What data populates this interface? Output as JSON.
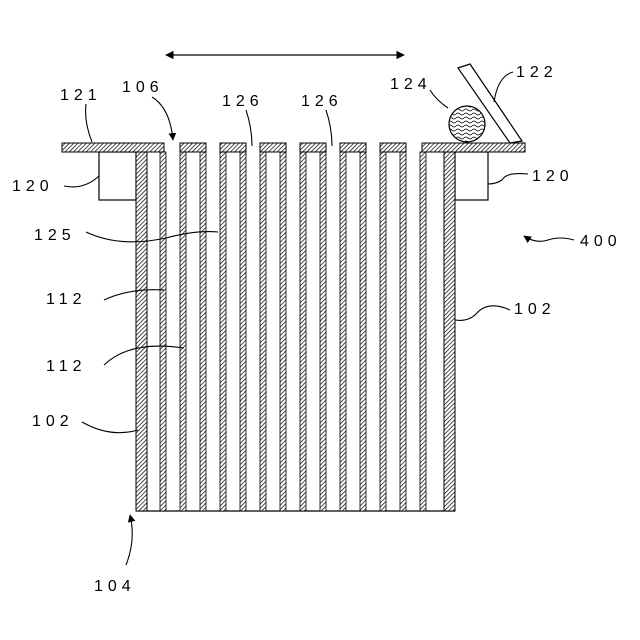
{
  "labels": {
    "ref_121": "121",
    "ref_106": "106",
    "ref_126_a": "126",
    "ref_126_b": "126",
    "ref_124": "124",
    "ref_122": "122",
    "ref_120_left": "120",
    "ref_120_right": "120",
    "ref_125": "125",
    "ref_400": "400",
    "ref_112_upper": "112",
    "ref_112_lower": "112",
    "ref_102_right": "102",
    "ref_102_left": "102",
    "ref_104": "104"
  }
}
